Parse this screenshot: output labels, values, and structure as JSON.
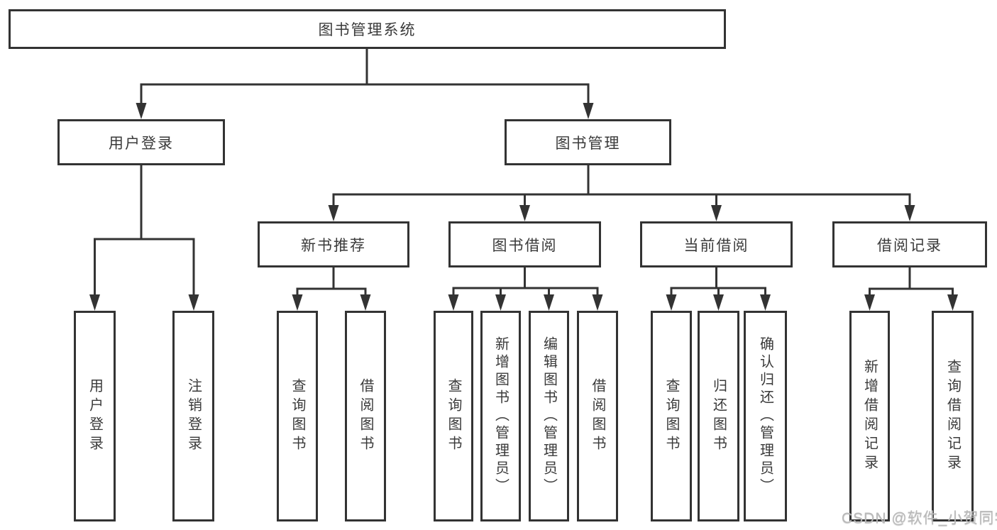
{
  "tree": {
    "root": {
      "label": "图书管理系统",
      "children": [
        {
          "label": "用户登录",
          "children": [
            {
              "label": "用户登录"
            },
            {
              "label": "注销登录"
            }
          ]
        },
        {
          "label": "图书管理",
          "children": [
            {
              "label": "新书推荐",
              "children": [
                {
                  "label": "查询图书"
                },
                {
                  "label": "借阅图书"
                }
              ]
            },
            {
              "label": "图书借阅",
              "children": [
                {
                  "label": "查询图书"
                },
                {
                  "label": "新增图书（管理员）"
                },
                {
                  "label": "编辑图书（管理员）"
                },
                {
                  "label": "借阅图书"
                }
              ]
            },
            {
              "label": "当前借阅",
              "children": [
                {
                  "label": "查询图书"
                },
                {
                  "label": "归还图书"
                },
                {
                  "label": "确认归还（管理员）"
                }
              ]
            },
            {
              "label": "借阅记录",
              "children": [
                {
                  "label": "新增借阅记录"
                },
                {
                  "label": "查询借阅记录"
                }
              ]
            }
          ]
        }
      ]
    }
  },
  "watermark": {
    "text": "CSDN @软件_小贺同学"
  },
  "colors": {
    "line": "#333333",
    "text": "#3a3a3a",
    "background": "#ffffff",
    "watermark": "#b9b9b9"
  }
}
